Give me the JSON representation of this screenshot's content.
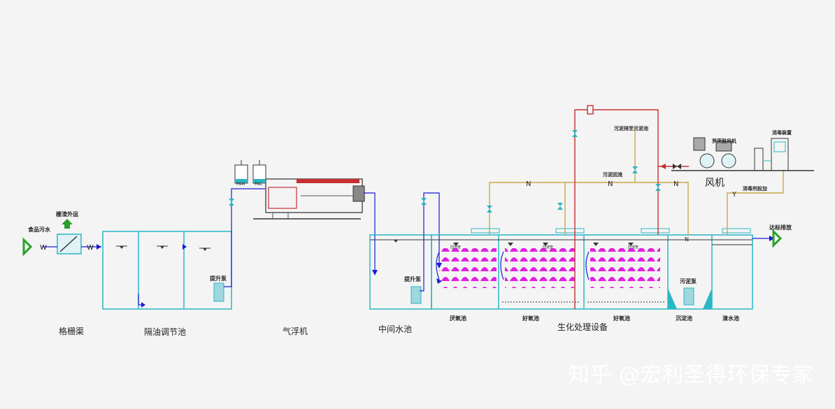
{
  "labels": {
    "food_wastewater": "食品污水",
    "screen_channel": "格栅渠",
    "residue_out": "栅渣外运",
    "w1": "W",
    "w2": "W",
    "oil_sep_tank": "隔油调节池",
    "lift_pump_1": "提升泵",
    "pam": "PAM",
    "pac": "PAC",
    "air_flotation": "气浮机",
    "mid_tank": "中间水池",
    "lift_pump_2": "提升泵",
    "anoxic": "厌氧池",
    "aerobic_1": "好氧池",
    "aerobic_2": "好氧池",
    "bio_equipment": "生化处理设备",
    "settling": "沉淀池",
    "clear_tank": "清水池",
    "sludge_pump": "污泥泵",
    "sludge_to_tank": "污泥排至污泥池",
    "sludge_return": "污泥回流",
    "roots_blower": "罗茨鼓风机",
    "blower": "风机",
    "disinfect_device": "消毒装置",
    "disinfect_dosing": "消毒剂投加",
    "discharge": "达标排放",
    "n1": "N",
    "n2": "N",
    "n3": "N",
    "n4": "N",
    "y": "Y",
    "tag1": "回流管",
    "tag2": "回流管",
    "tag3": "回流管"
  },
  "watermark": "知乎 @宏利圣得环保专家",
  "colors": {
    "tank_outline": "#2ab7c5",
    "water_pipe": "#1a1ad8",
    "air_pipe": "#c9a74a",
    "sludge_pipe": "#c83030",
    "green_arrow": "#2aa02a",
    "media": "#e020e0",
    "equipment": "#555555"
  }
}
